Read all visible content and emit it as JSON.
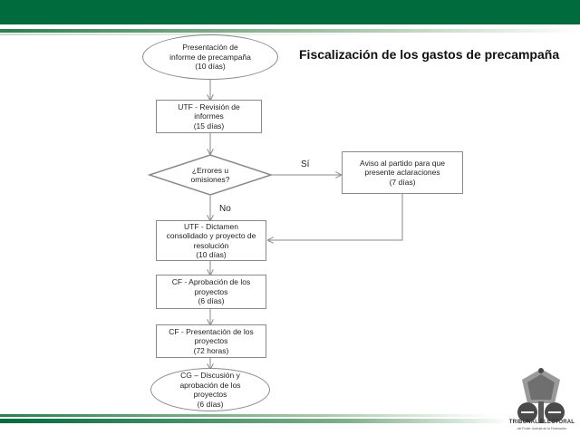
{
  "title": "Fiscalización de los gastos de precampaña",
  "colors": {
    "brand_green": "#006b3c",
    "light_green": "#a8c8a8",
    "stroke": "#8a8a8a"
  },
  "nodes": {
    "n1": [
      "Presentación de",
      "informe de precampaña",
      "(10 días)"
    ],
    "n2": [
      "UTF  - Revisión de",
      "informes",
      "(15 días)"
    ],
    "n3": [
      "¿Errores u",
      "omisiones?"
    ],
    "n4": [
      "Aviso al partido para que",
      "presente aclaraciones",
      "(7 días)"
    ],
    "n5": [
      "UTF  - Dictamen",
      "consolidado y proyecto de",
      "resolución",
      "(10 días)"
    ],
    "n6": [
      "CF - Aprobación de los",
      "proyectos",
      "(6 días)"
    ],
    "n7": [
      "CF - Presentación de los",
      "proyectos",
      "(72 horas)"
    ],
    "n8": [
      "CG – Discusión y",
      "aprobación de los",
      "proyectos",
      "(6 días)"
    ]
  },
  "labels": {
    "yes": "Sí",
    "no": "No"
  },
  "logo": {
    "name": "TRIBUNAL ELECTORAL",
    "subtitle": "del Poder Judicial de la Federación"
  }
}
